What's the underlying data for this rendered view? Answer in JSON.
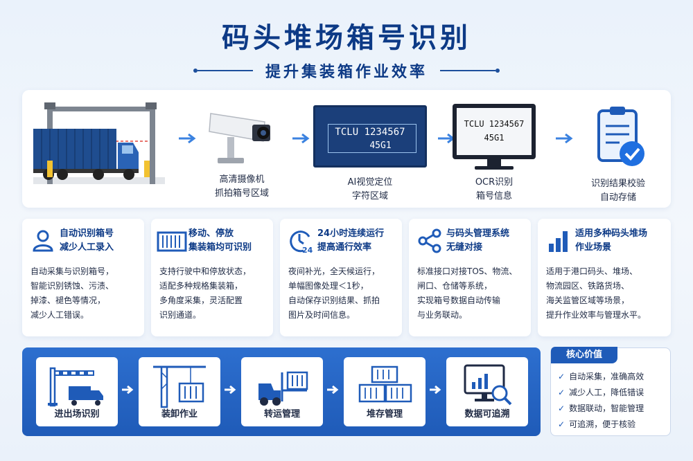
{
  "header": {
    "title": "码头堆场箱号识别",
    "subtitle": "提升集装箱作业效率"
  },
  "process": {
    "steps": [
      {
        "icon": "truck-gate-icon",
        "caption": ""
      },
      {
        "icon": "camera-icon",
        "caption": "高清摄像机\n抓拍箱号区域"
      },
      {
        "icon": "container-door-icon",
        "caption": "AI视觉定位\n字符区域",
        "code_line1": "TCLU 1234567",
        "code_line2": "45G1"
      },
      {
        "icon": "monitor-icon",
        "caption": "OCR识别\n箱号信息",
        "code_line1": "TCLU 1234567",
        "code_line2": "45G1"
      },
      {
        "icon": "clipboard-check-icon",
        "caption": "识别结果校验\n自动存储"
      }
    ]
  },
  "features": [
    {
      "icon": "user-icon",
      "title": "自动识别箱号\n减少人工录入",
      "body": "自动采集与识别箱号，\n智能识别锈蚀、污渍、\n掉漆、褪色等情况，\n减少人工错误。"
    },
    {
      "icon": "container-icon",
      "title": "移动、停放\n集装箱均可识别",
      "body": "支持行驶中和停放状态，\n适配多种规格集装箱，\n多角度采集，灵活配置\n识别通道。"
    },
    {
      "icon": "clock-24-icon",
      "title": "24小时连续运行\n提高通行效率",
      "body": "夜间补光，全天候运行，\n单幅图像处理＜1秒，\n自动保存识别结果、抓拍\n图片及时间信息。"
    },
    {
      "icon": "share-icon",
      "title": "与码头管理系统\n无缝对接",
      "body": "标准接口对接TOS、物流、\n闸口、仓储等系统，\n实现箱号数据自动传输\n与业务联动。"
    },
    {
      "icon": "bar-chart-icon",
      "title": "适用多种码头堆场\n作业场景",
      "body": "适用于港口码头、堆场、\n物流园区、铁路货场、\n海关监管区域等场景，\n提升作业效率与管理水平。"
    }
  ],
  "scenarios": [
    {
      "icon": "gate-truck-icon",
      "label": "进出场识别"
    },
    {
      "icon": "crane-icon",
      "label": "装卸作业"
    },
    {
      "icon": "forklift-icon",
      "label": "转运管理"
    },
    {
      "icon": "stacked-containers-icon",
      "label": "堆存管理"
    },
    {
      "icon": "monitor-search-icon",
      "label": "数据可追溯"
    }
  ],
  "core_value": {
    "title": "核心价值",
    "items": [
      "自动采集，准确高效",
      "减少人工，降低错误",
      "数据联动，智能管理",
      "可追溯，便于核验"
    ]
  },
  "colors": {
    "primary": "#0d3a86",
    "accent": "#1f5bb8",
    "arrow": "#3b82e0"
  }
}
